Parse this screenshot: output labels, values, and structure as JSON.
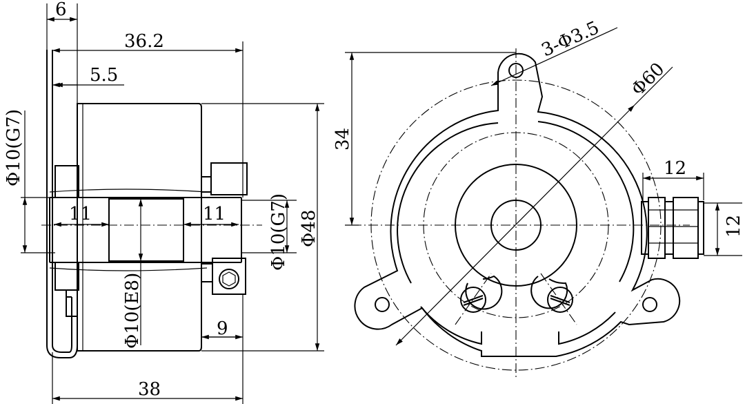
{
  "dimensions": {
    "dim_6": "6",
    "dim_36_2": "36.2",
    "dim_5_5": "5.5",
    "dim_phi10_g7_left": "Φ10(G7)",
    "dim_11_left": "11",
    "dim_11_right": "11",
    "dim_phi10_g7_right": "Φ10(G7)",
    "dim_phi48": "Φ48",
    "dim_phi10_e8": "Φ10(E8)",
    "dim_9": "9",
    "dim_38": "38",
    "dim_3_phi3_5": "3-Φ3.5",
    "dim_phi60": "Φ60",
    "dim_34": "34",
    "dim_12_top": "12",
    "dim_12_right": "12"
  }
}
